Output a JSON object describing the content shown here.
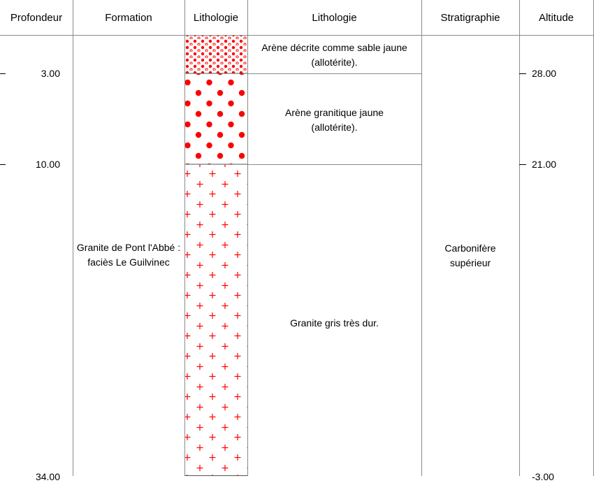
{
  "headers": {
    "depth": "Profondeur",
    "formation": "Formation",
    "lithology_pattern": "Lithologie",
    "lithology_desc": "Lithologie",
    "stratigraphy": "Stratigraphie",
    "altitude": "Altitude"
  },
  "depth_marks": [
    "3.00",
    "10.00",
    "34.00"
  ],
  "altitude_marks": [
    "28.00",
    "21.00",
    "-3.00"
  ],
  "formation": "Granite de Pont l'Abbé : faciès Le Guilvinec",
  "stratigraphy": "Carbonifère supérieur",
  "layers": [
    {
      "top": 0.0,
      "bottom": 3.0,
      "pattern": "fine-dots",
      "description": "Arène décrite comme sable jaune (allotérite)."
    },
    {
      "top": 3.0,
      "bottom": 10.0,
      "pattern": "large-dots",
      "description": "Arène granitique jaune (allotérite)."
    },
    {
      "top": 10.0,
      "bottom": 34.0,
      "pattern": "crosses",
      "description": "Granite gris très dur."
    }
  ],
  "colors": {
    "pattern": "#ff0000",
    "grid": "#8a8a8a"
  }
}
